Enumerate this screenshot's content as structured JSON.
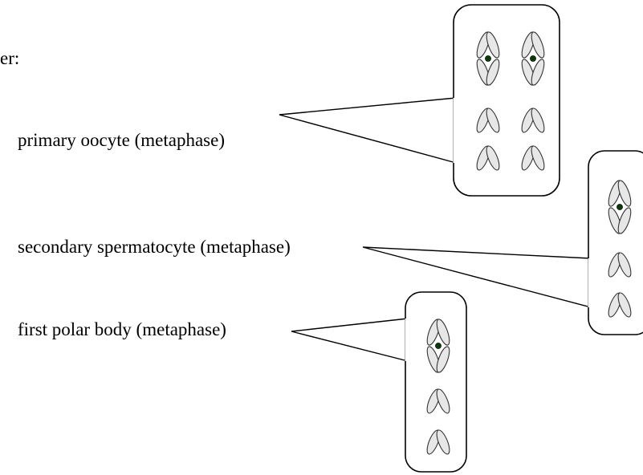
{
  "diagram": {
    "header_fragment": "er:",
    "labels": {
      "primary_oocyte": "primary oocyte (metaphase)",
      "secondary_spermatocyte": "secondary spermatocyte (metaphase)",
      "first_polar_body": "first polar body (metaphase)"
    },
    "cells": [
      {
        "name": "primary-oocyte-cell",
        "columns": 2,
        "chromosomes_per_column": [
          {
            "type": "X-shaped",
            "centromere": true
          },
          {
            "type": "V-shaped",
            "centromere": false
          },
          {
            "type": "V-shaped",
            "centromere": false
          }
        ]
      },
      {
        "name": "secondary-spermatocyte-cell",
        "columns": 1,
        "chromosomes_per_column": [
          {
            "type": "X-shaped",
            "centromere": true
          },
          {
            "type": "V-shaped",
            "centromere": false
          },
          {
            "type": "V-shaped",
            "centromere": false
          }
        ]
      },
      {
        "name": "first-polar-body-cell",
        "columns": 1,
        "chromosomes_per_column": [
          {
            "type": "X-shaped",
            "centromere": true
          },
          {
            "type": "V-shaped",
            "centromere": false
          },
          {
            "type": "V-shaped",
            "centromere": false
          }
        ]
      }
    ],
    "colors": {
      "chromatid_fill": "#e7e7e7",
      "centromere": "#0a3a0a",
      "outline": "#000000"
    }
  }
}
